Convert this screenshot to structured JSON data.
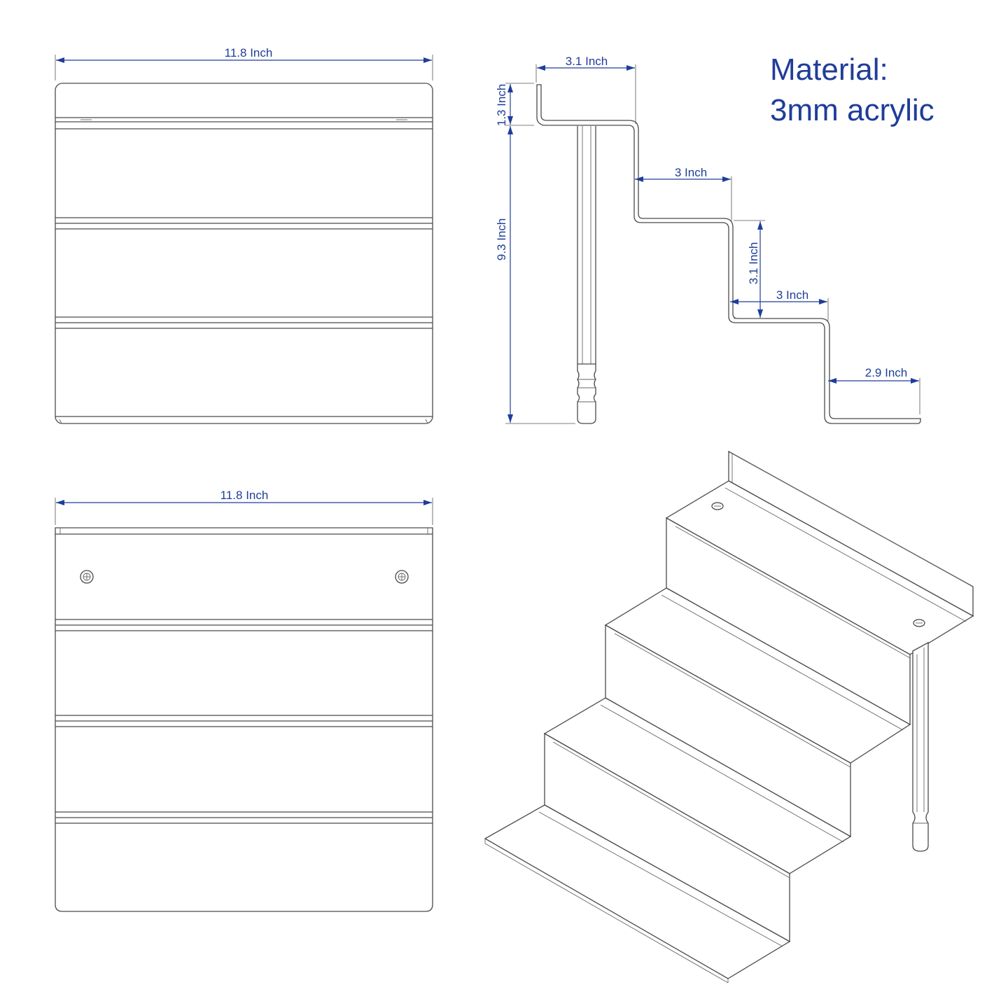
{
  "material": {
    "line1": "Material:",
    "line2": "3mm acrylic"
  },
  "dimensions": {
    "top_width": "11.8 Inch",
    "bottom_width": "11.8 Inch",
    "lip_depth": "3.1 Inch",
    "lip_height": "1.3 Inch",
    "total_height": "9.3 Inch",
    "step1_depth": "3 Inch",
    "step_rise": "3.1 Inch",
    "step2_depth": "3 Inch",
    "base_depth": "2.9 Inch"
  },
  "colors": {
    "dimension": "#1f3d99",
    "outline": "#4a4a4a"
  }
}
